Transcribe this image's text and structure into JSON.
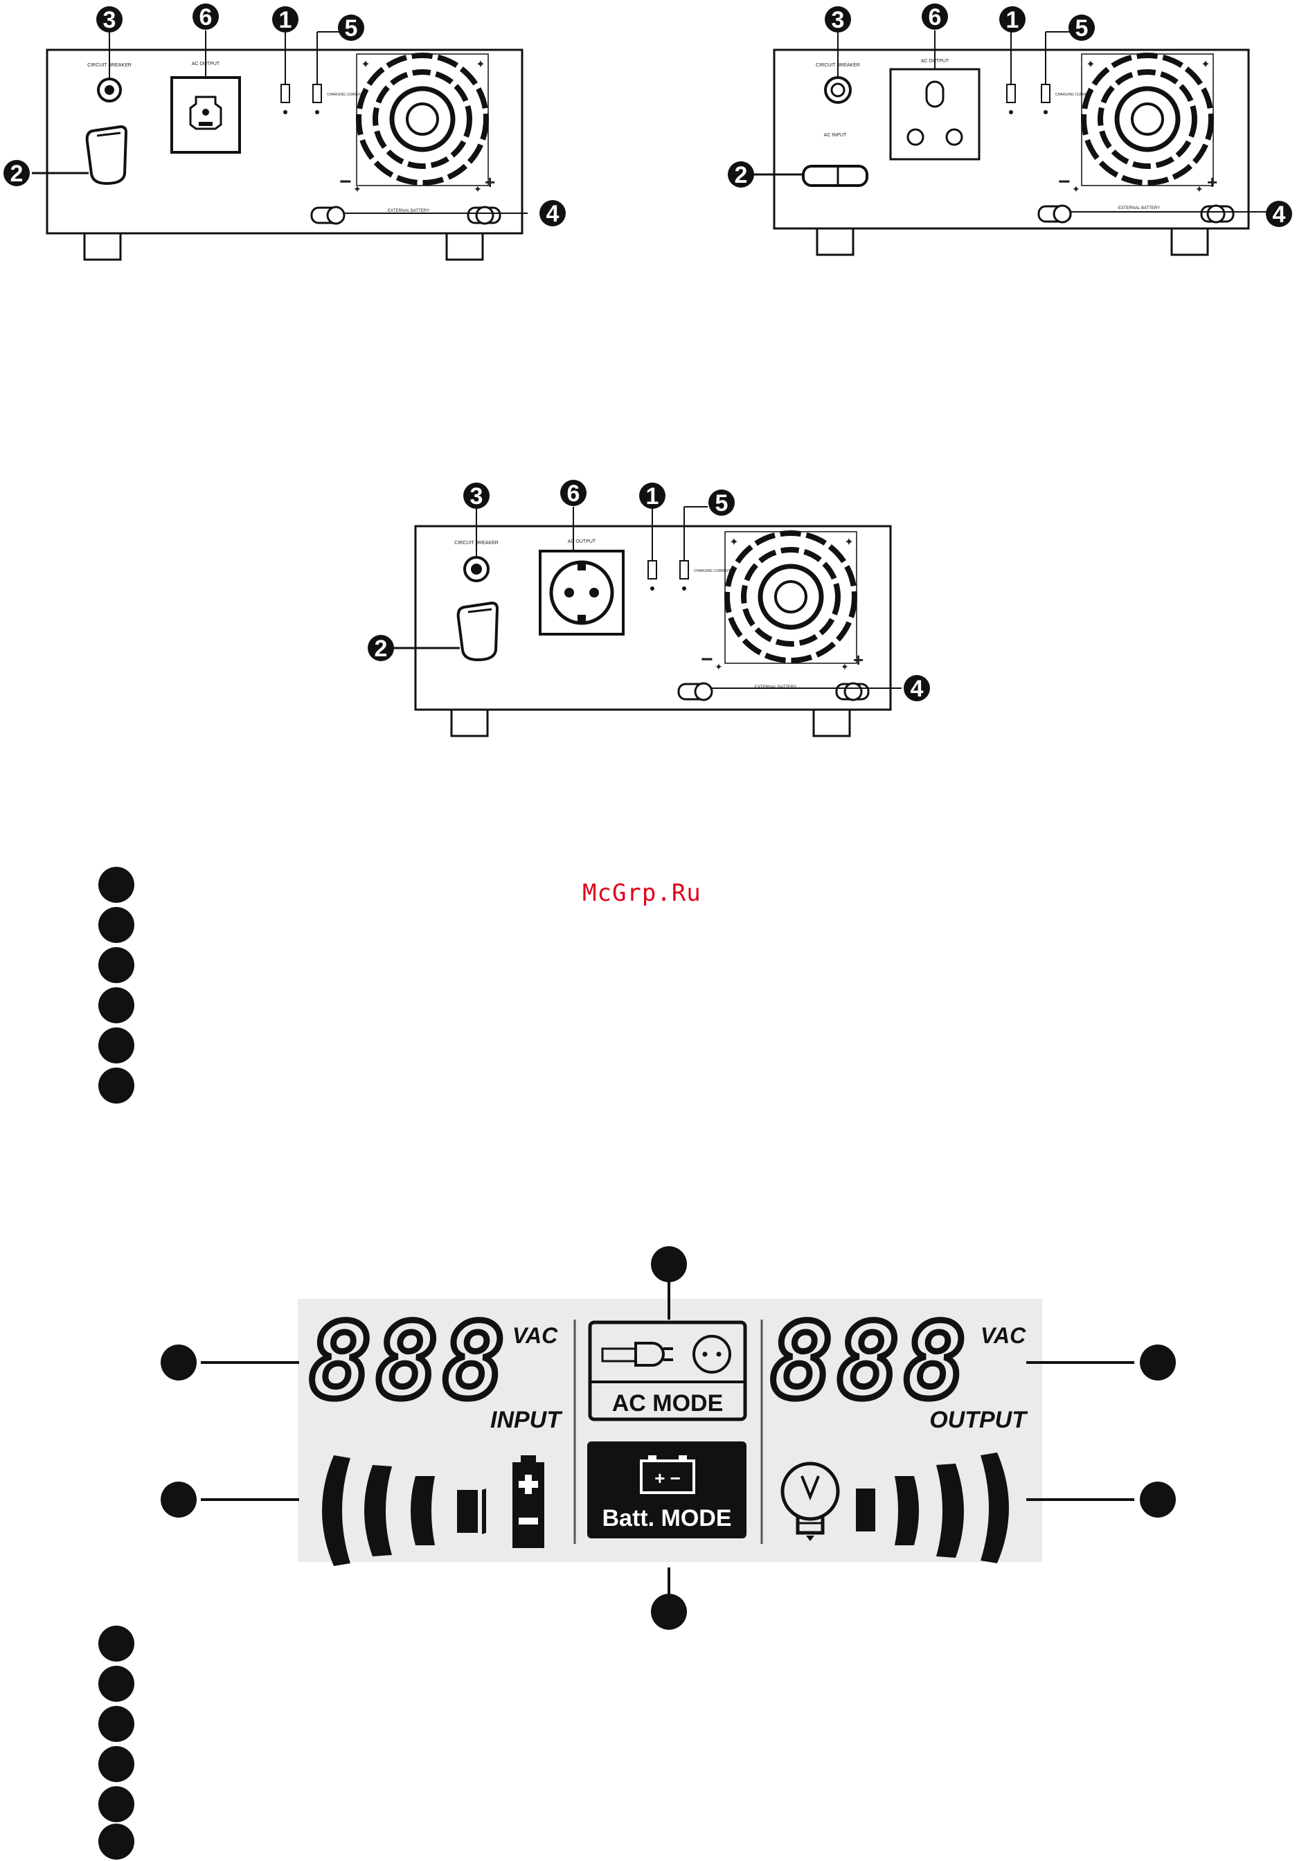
{
  "watermark": "McGrp.Ru",
  "panels": [
    {
      "id": "panel-universal-socket",
      "callouts": [
        "3",
        "6",
        "1",
        "5",
        "2",
        "4"
      ],
      "labels": {
        "breaker": "CIRCUIT BREAKER",
        "breaker_sub": "",
        "ac_output": "AC OUTPUT",
        "input_range": "",
        "charging": "CHARGING CURRENT",
        "ac_input": "",
        "battery": "EXTERNAL BATTERY"
      }
    },
    {
      "id": "panel-indian-socket",
      "callouts": [
        "3",
        "6",
        "1",
        "5",
        "2",
        "4"
      ],
      "labels": {
        "breaker": "CIRCUIT BREAKER",
        "breaker_sub": "",
        "ac_output": "AC OUTPUT",
        "input_range": "",
        "charging": "CHARGING CURRENT",
        "ac_input": "AC INPUT",
        "battery": "EXTERNAL BATTERY"
      }
    },
    {
      "id": "panel-schuko-socket",
      "callouts": [
        "3",
        "6",
        "1",
        "5",
        "2",
        "4"
      ],
      "labels": {
        "breaker": "CIRCUIT BREAKER",
        "breaker_sub": "",
        "ac_output": "AC OUTPUT",
        "input_range": "",
        "charging": "CHARGING CURRENT",
        "ac_input": "",
        "battery": "EXTERNAL BATTERY"
      }
    }
  ],
  "panel_symbols": {
    "minus": "−",
    "plus": "+"
  },
  "lcd": {
    "input_digits": "888",
    "input_unit": "VAC",
    "input_label": "INPUT",
    "output_digits": "888",
    "output_unit": "VAC",
    "output_label": "OUTPUT",
    "ac_mode_label": "AC MODE",
    "batt_mode_label": "Batt. MODE",
    "batt_symbol": "+ −"
  },
  "colors": {
    "lcd_background": "#ebebeb",
    "ink": "#111111",
    "watermark": "#e0001a"
  },
  "icons": [
    "battery-icon",
    "plug-icon",
    "outlet-icon",
    "lightbulb-icon",
    "fan-grille-icon"
  ]
}
